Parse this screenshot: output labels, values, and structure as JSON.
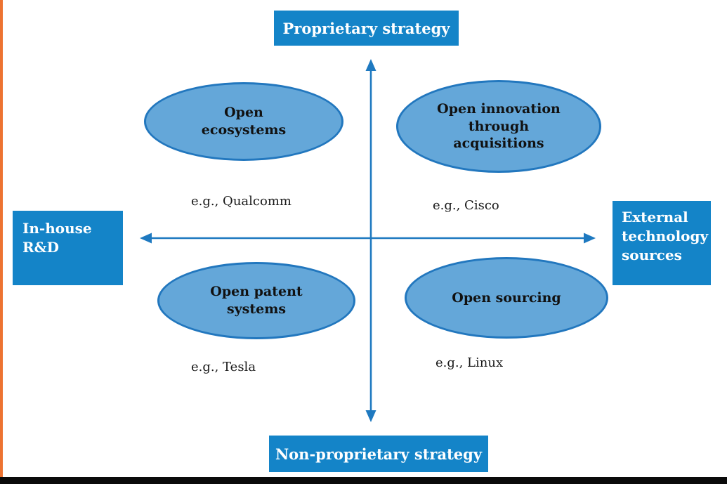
{
  "axes": {
    "vertical_axis": {
      "top_label": "Proprietary strategy",
      "bottom_label": "Non-proprietary strategy"
    },
    "horizontal_axis": {
      "left_label": "In-house R&D",
      "right_label": "External technology sources"
    }
  },
  "quadrants": [
    {
      "position": "top-left",
      "ellipse_label": "Open ecosystems",
      "example": "e.g., Qualcomm"
    },
    {
      "position": "top-right",
      "ellipse_label": "Open innovation through acquisitions",
      "example": "e.g., Cisco"
    },
    {
      "position": "bottom-left",
      "ellipse_label": "Open patent systems",
      "example": "e.g., Tesla"
    },
    {
      "position": "bottom-right",
      "ellipse_label": "Open sourcing",
      "example": "e.g., Linux"
    }
  ],
  "colors": {
    "label_box_blue": "#1484C8",
    "ellipse_fill": "#64A7D9",
    "ellipse_stroke": "#2277BE",
    "arrow_blue": "#1E79C0",
    "accent_orange": "#ED7331",
    "bottom_bar_black": "#0A0A0A",
    "label_text": "#FFFFFF",
    "body_text": "#111111"
  }
}
